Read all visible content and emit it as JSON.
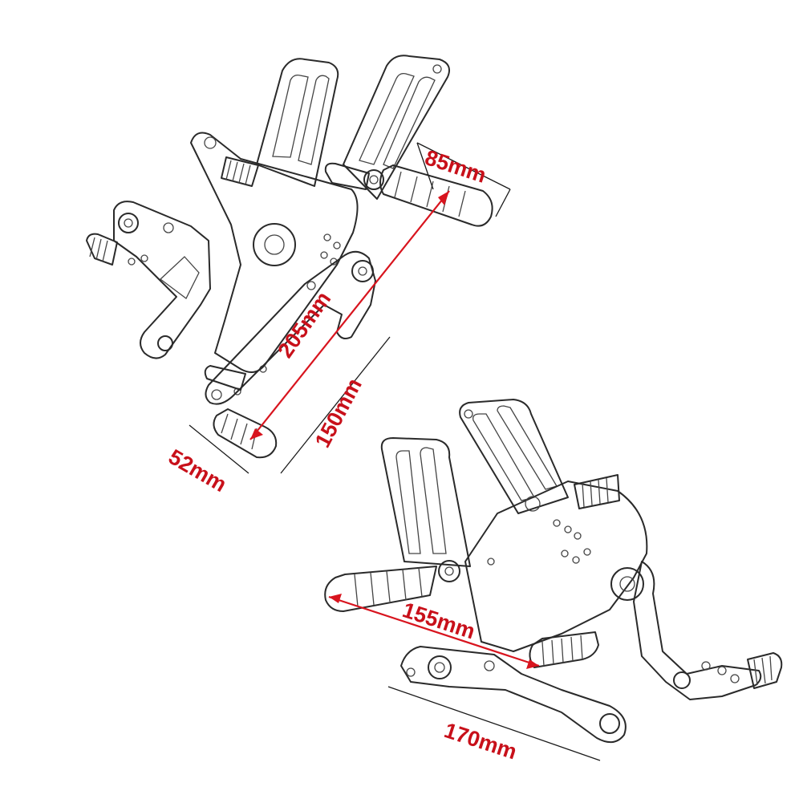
{
  "diagram": {
    "accent_color": "#c8101a",
    "left_assembly": {
      "labels": {
        "peg_length": "85mm",
        "diagonal": "205mm",
        "height": "150mm",
        "lever_tip": "52mm"
      }
    },
    "right_assembly": {
      "labels": {
        "peg_span": "155mm",
        "base_width": "170mm"
      }
    }
  }
}
